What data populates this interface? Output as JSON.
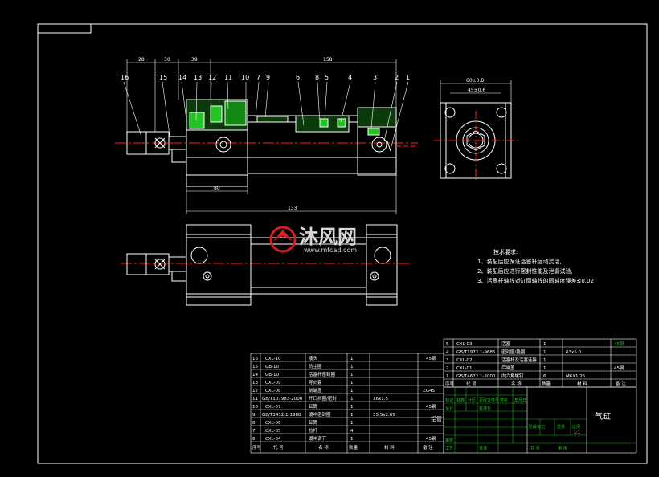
{
  "dimensions": {
    "top": [
      "28",
      "30",
      "39",
      "158"
    ],
    "side_top": "60±0.8",
    "side_inner": "45±0.6",
    "bottom_short": "80",
    "bottom_long": "133"
  },
  "part_numbers": [
    "16",
    "15",
    "14",
    "13",
    "12",
    "11",
    "10",
    "7",
    "9",
    "6",
    "8",
    "5",
    "4",
    "3",
    "2",
    "1"
  ],
  "tech_requirements": {
    "title": "技术要求:",
    "items": [
      "1、装配后应保证活塞杆运动灵活,",
      "2、装配后应进行密封性能及泄漏试验,",
      "3、活塞杆轴线对缸筒轴线的同轴度误差≤0.02"
    ]
  },
  "watermark": {
    "brand": "沐风网",
    "url": "www.mfcad.com"
  },
  "bom_upper": [
    {
      "no": "5",
      "code": "CXL-03",
      "name": "活塞",
      "qty": "1",
      "material": "",
      "note": "45钢"
    },
    {
      "no": "4",
      "code": "GB/T1972.1-9685",
      "name": "密封圈/垫圈",
      "qty": "1",
      "material": "63x5.0",
      "note": ""
    },
    {
      "no": "3",
      "code": "CXL-02",
      "name": "活塞杆及活塞连接",
      "qty": "1",
      "material": "",
      "note": ""
    },
    {
      "no": "2",
      "code": "CXL-01",
      "name": "后端盖",
      "qty": "1",
      "material": "",
      "note": "45钢"
    },
    {
      "no": "1",
      "code": "GB/T4672.1-2000",
      "name": "内六角螺钉",
      "qty": "6",
      "material": "M6X1.25",
      "note": ""
    }
  ],
  "bom_upper_header": [
    "序号",
    "代 号",
    "名 称",
    "数量",
    "材 料",
    "备 注"
  ],
  "bom_lower": [
    {
      "no": "16",
      "code": "CXL-10",
      "name": "接头",
      "qty": "1",
      "material": "",
      "note": "45钢"
    },
    {
      "no": "15",
      "code": "GB-10",
      "name": "防尘圈",
      "qty": "1",
      "material": "",
      "note": ""
    },
    {
      "no": "14",
      "code": "GB-10",
      "name": "活塞杆密封圈",
      "qty": "1",
      "material": "",
      "note": ""
    },
    {
      "no": "13",
      "code": "CXL-09",
      "name": "导向套",
      "qty": "1",
      "material": "",
      "note": ""
    },
    {
      "no": "12",
      "code": "CXL-08",
      "name": "前端盖",
      "qty": "1",
      "material": "",
      "note": "ZG45"
    },
    {
      "no": "11",
      "code": "GB/T107983-2000",
      "name": "开口挡圈/密封",
      "qty": "1",
      "material": "16x1.5",
      "note": ""
    },
    {
      "no": "10",
      "code": "CXL-07",
      "name": "缸筒",
      "qty": "1",
      "material": "",
      "note": "45钢"
    },
    {
      "no": "9",
      "code": "GB/T3452.1-1988",
      "name": "缓冲密封圈",
      "qty": "1",
      "material": "35.5x2.65",
      "note": ""
    },
    {
      "no": "8",
      "code": "CXL-06",
      "name": "缸筒",
      "qty": "1",
      "material": "",
      "note": "铝管"
    },
    {
      "no": "7",
      "code": "CXL-05",
      "name": "拉杆",
      "qty": "4",
      "material": "",
      "note": ""
    },
    {
      "no": "6",
      "code": "CXL-04",
      "name": "缓冲调节",
      "qty": "1",
      "material": "",
      "note": "45钢"
    }
  ],
  "bom_lower_header": [
    "序号",
    "代 号",
    "名 称",
    "数量",
    "材 料",
    "备 注"
  ],
  "title_block": {
    "drawing_name": "气缸",
    "labels": [
      "标记",
      "处数",
      "分区",
      "更改文件号",
      "签名",
      "年月日",
      "设计",
      "标准化",
      "阶段标记",
      "重量",
      "比例",
      "审核",
      "工艺",
      "批准",
      "共 张",
      "第 张"
    ],
    "scale": "1:1"
  },
  "colors": {
    "outline": "#ffffff",
    "centerline": "#ff2020",
    "section_fill": "#22c522",
    "hatch": "#20a020",
    "table_line": "#ffffff",
    "table_line_green": "#22aa22",
    "dimension": "#ffffff",
    "annotation": "#ffffff",
    "logo_red": "#d02020"
  }
}
